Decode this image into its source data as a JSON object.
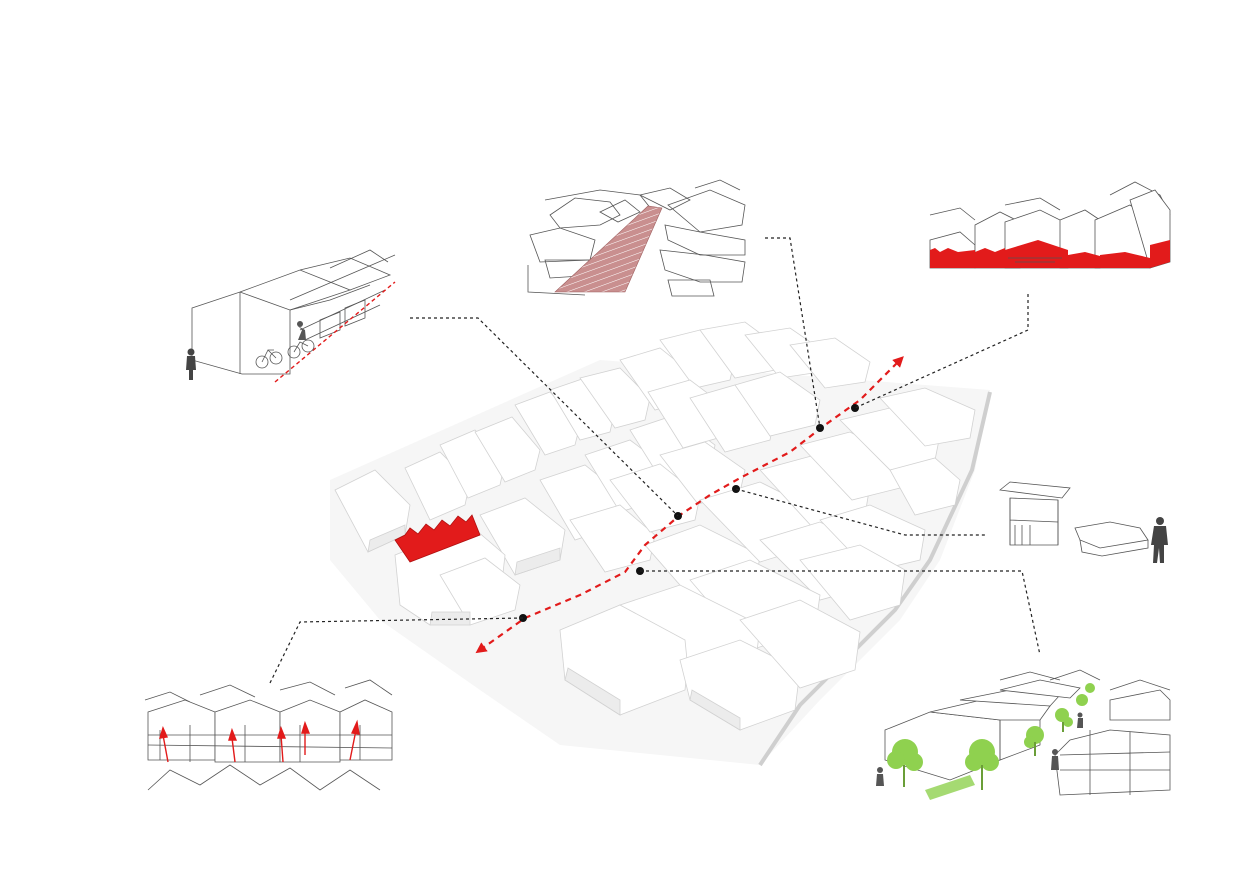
{
  "colors": {
    "accent": "#e21b1b",
    "vegetation": "#8fd14f",
    "line": "#222222",
    "building_outline": "#555555"
  },
  "callouts": [
    {
      "id": "cycle-lane",
      "icon": "bicycle-lane-sketch-icon"
    },
    {
      "id": "pedestrian-street",
      "icon": "street-paving-sketch-icon"
    },
    {
      "id": "facade-color",
      "icon": "red-facade-sketch-icon"
    },
    {
      "id": "street-furniture",
      "icon": "kiosk-bench-sketch-icon"
    },
    {
      "id": "street-trees",
      "icon": "tree-street-sketch-icon"
    },
    {
      "id": "rooftop-extension",
      "icon": "red-arrow-rooftop-sketch-icon"
    }
  ]
}
